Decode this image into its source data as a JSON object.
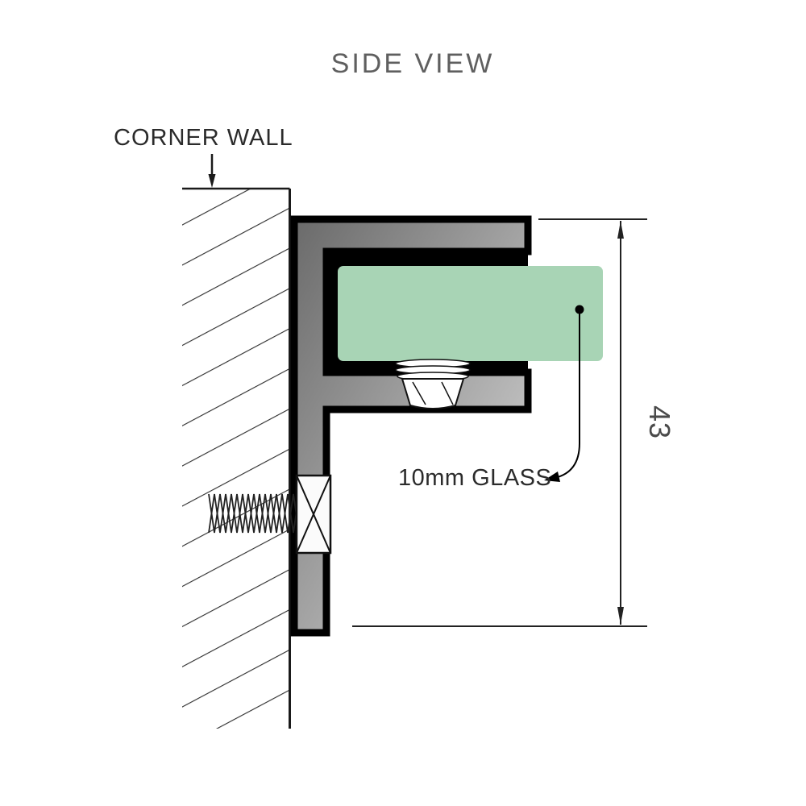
{
  "title": "SIDE VIEW",
  "annotations": {
    "corner_wall_label": "CORNER WALL",
    "glass_label": "10mm GLASS",
    "height_dimension": "43"
  },
  "colors": {
    "glass_green": "#a8d4b5",
    "bracket_dark": "#6a6a6a",
    "bracket_light": "#dcdcdc",
    "outline": "#000000",
    "title_gray": "#5f5f5f",
    "label_dark": "#2b2b2b",
    "dimension_gray": "#4a4a4a"
  }
}
